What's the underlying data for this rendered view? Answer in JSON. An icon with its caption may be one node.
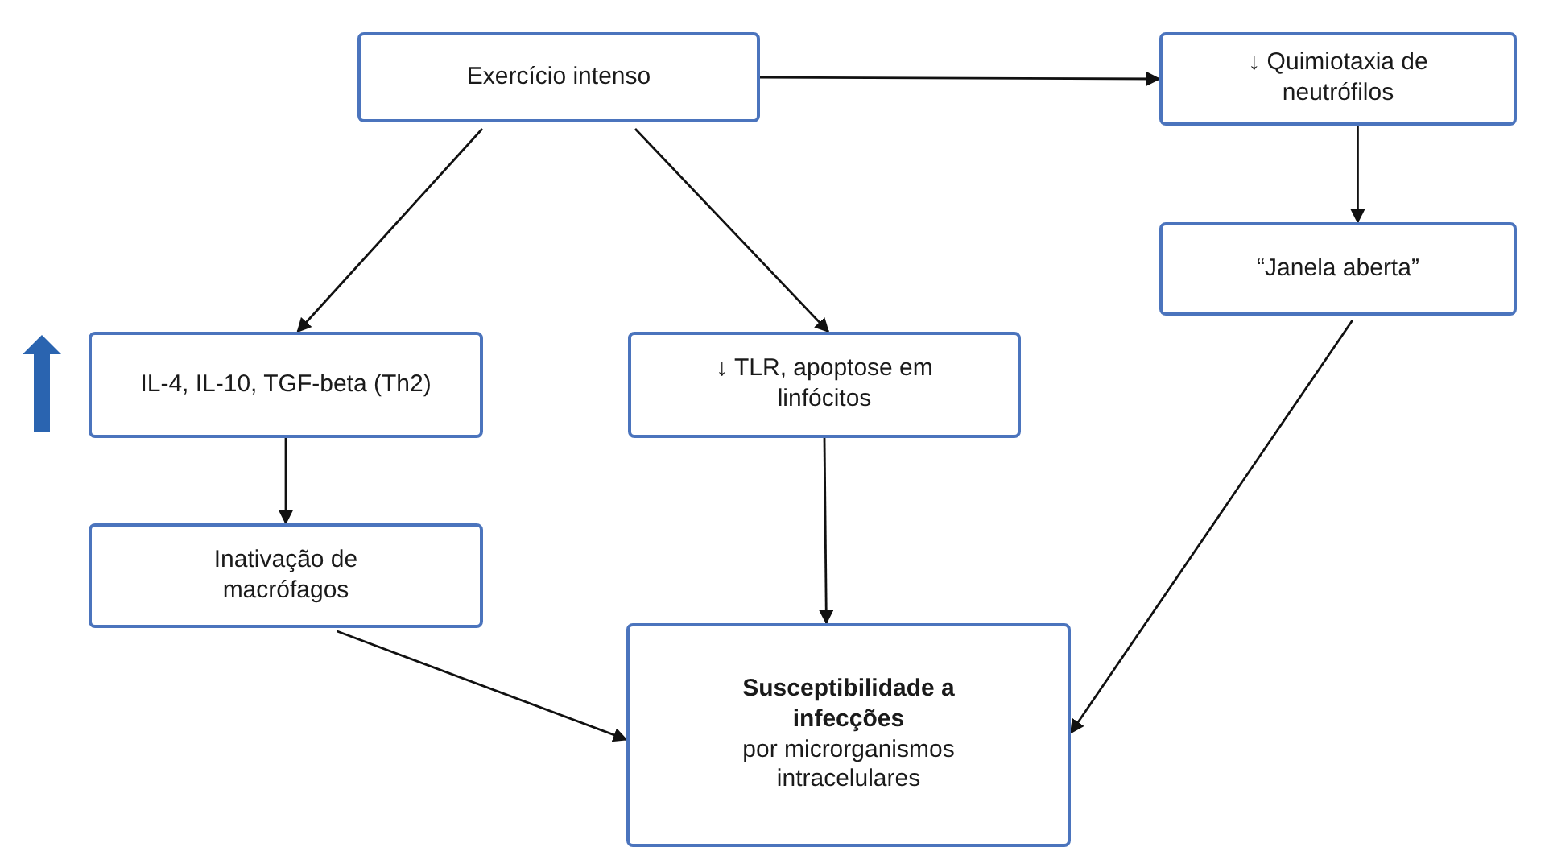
{
  "diagram": {
    "nodes": [
      {
        "text": [
          "Exercício intenso"
        ]
      },
      {
        "text": [
          "↓ Quimiotaxia de neutrófilos"
        ]
      },
      {
        "text": [
          "IL-4, IL-10, TGF-beta (Th2)"
        ]
      },
      {
        "text": [
          "↓ TLR, apoptose em linfócitos"
        ]
      },
      {
        "text": [
          "“Janela aberta”"
        ]
      },
      {
        "text": [
          "Inativação de macrófagos"
        ]
      },
      {
        "text": [
          "Susceptibilidade a infecções",
          "por microrganismos intracelulares"
        ]
      }
    ],
    "edges": [
      {
        "from": 0,
        "to": 1,
        "arrow": "to"
      },
      {
        "from": 1,
        "to": 4,
        "arrow": "to"
      },
      {
        "from": 0,
        "to": 2,
        "arrow": "to"
      },
      {
        "from": 0,
        "to": 3,
        "arrow": "to"
      },
      {
        "from": 2,
        "to": 5,
        "arrow": "to"
      },
      {
        "from": 3,
        "to": 6,
        "arrow": "to"
      },
      {
        "from": 5,
        "to": 6,
        "arrow": "to"
      },
      {
        "from": 4,
        "to": 6,
        "arrow": "to"
      }
    ]
  }
}
